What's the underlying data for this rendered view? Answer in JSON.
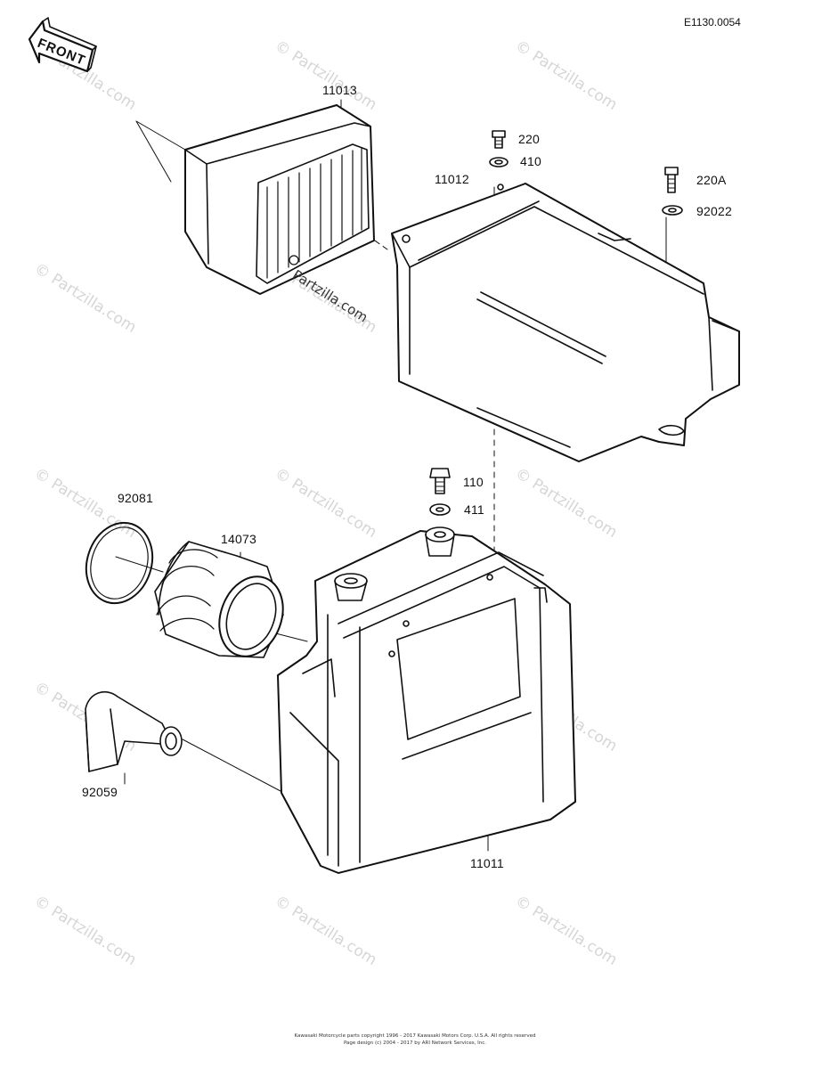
{
  "diagram": {
    "code": "E1130.0054",
    "front_label": "FRONT",
    "parts": {
      "p11013": "11013",
      "p220": "220",
      "p410": "410",
      "p11012": "11012",
      "p220a": "220A",
      "p92022": "92022",
      "p110": "110",
      "p411": "411",
      "p92081": "92081",
      "p14073": "14073",
      "p92059": "92059",
      "p11011": "11011"
    }
  },
  "watermark": {
    "text": "© Partzilla.com",
    "center_text": "Partzilla.com"
  },
  "footer": {
    "copyright_line1": "Kawasaki Motorcycle parts copyright 1996 - 2017 Kawasaki Motors Corp. U.S.A. All rights reserved",
    "copyright_line2": "Page design (c) 2004 - 2017 by ARI Network Services, Inc."
  }
}
